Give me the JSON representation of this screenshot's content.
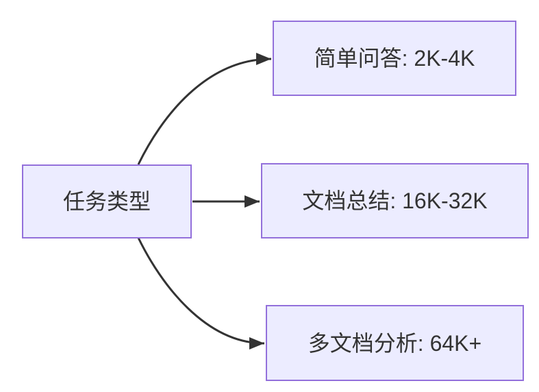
{
  "diagram": {
    "type": "flowchart",
    "direction": "left-to-right",
    "root": {
      "id": "task-type",
      "label": "任务类型"
    },
    "branches": [
      {
        "id": "simple-qa",
        "label": "简单问答: 2K-4K"
      },
      {
        "id": "doc-summary",
        "label": "文档总结: 16K-32K"
      },
      {
        "id": "multi-doc-analysis",
        "label": "多文档分析: 64K+"
      }
    ],
    "edges": [
      {
        "from": "task-type",
        "to": "simple-qa"
      },
      {
        "from": "task-type",
        "to": "doc-summary"
      },
      {
        "from": "task-type",
        "to": "multi-doc-analysis"
      }
    ],
    "colors": {
      "node_fill": "#ECECFF",
      "node_border": "#9370DB",
      "edge": "#333333",
      "text": "#333333",
      "background": "#FFFFFF"
    }
  }
}
